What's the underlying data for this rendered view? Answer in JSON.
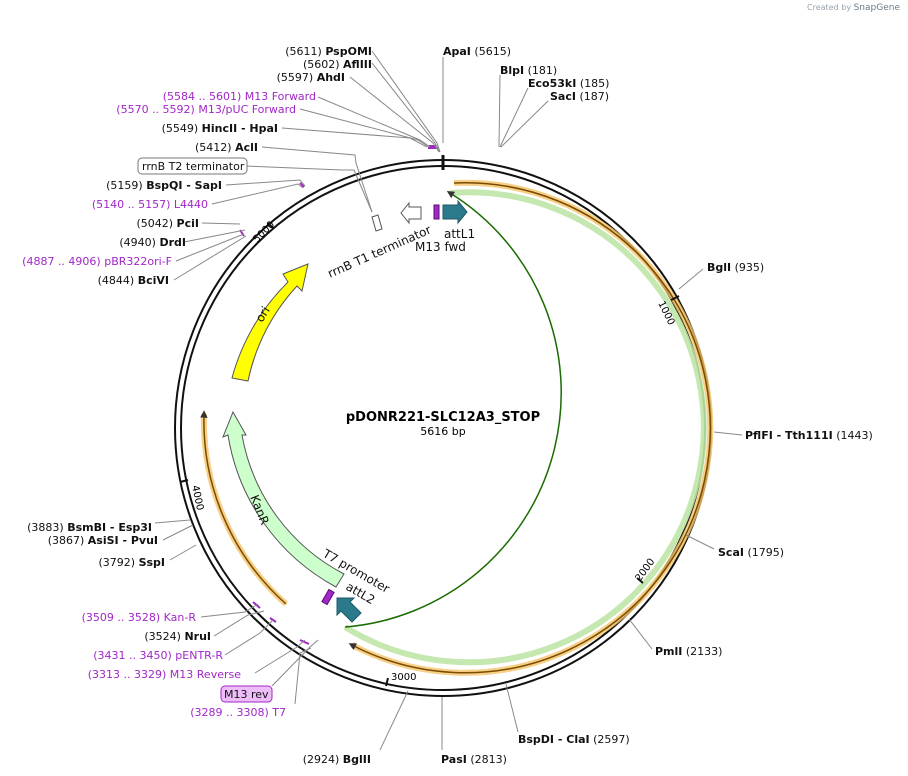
{
  "watermark": {
    "created_by": "Created by",
    "brand": "SnapGene"
  },
  "plasmid": {
    "name": "pDONR221-SLC12A3_STOP",
    "length_label": "5616 bp"
  },
  "sites": [
    {
      "id": "pspomi",
      "pos": "(5611)",
      "name": "PspOMI",
      "bold": true,
      "primer": false
    },
    {
      "id": "afliii",
      "pos": "(5602)",
      "name": "AflIII",
      "bold": true,
      "primer": false
    },
    {
      "id": "ahdi",
      "pos": "(5597)",
      "name": "AhdI",
      "bold": true,
      "primer": false
    },
    {
      "id": "m13fwd",
      "pos": "(5584 .. 5601)",
      "name": "M13 Forward",
      "bold": false,
      "primer": true
    },
    {
      "id": "m13puc",
      "pos": "(5570 .. 5592)",
      "name": "M13/pUC Forward",
      "bold": false,
      "primer": true
    },
    {
      "id": "hincii",
      "pos": "(5549)",
      "name": "HincII  - HpaI",
      "bold": true,
      "primer": false
    },
    {
      "id": "acli",
      "pos": "(5412)",
      "name": "AclI",
      "bold": true,
      "primer": false
    },
    {
      "id": "bspqi",
      "pos": "(5159)",
      "name": "BspQI  - SapI",
      "bold": true,
      "primer": false
    },
    {
      "id": "l4440",
      "pos": "(5140 .. 5157)",
      "name": "L4440",
      "bold": false,
      "primer": true
    },
    {
      "id": "pcii",
      "pos": "(5042)",
      "name": "PciI",
      "bold": true,
      "primer": false
    },
    {
      "id": "drdi",
      "pos": "(4940)",
      "name": "DrdI",
      "bold": true,
      "primer": false
    },
    {
      "id": "pbr322",
      "pos": "(4887 .. 4906)",
      "name": "pBR322ori-F",
      "bold": false,
      "primer": true
    },
    {
      "id": "bcivi",
      "pos": "(4844)",
      "name": "BciVI",
      "bold": true,
      "primer": false
    },
    {
      "id": "bsmbi",
      "pos": "(3883)",
      "name": "BsmBI  - Esp3I",
      "bold": true,
      "primer": false
    },
    {
      "id": "asisi",
      "pos": "(3867)",
      "name": "AsiSI  - PvuI",
      "bold": true,
      "primer": false
    },
    {
      "id": "sspi",
      "pos": "(3792)",
      "name": "SspI",
      "bold": true,
      "primer": false
    },
    {
      "id": "kanr",
      "pos": "(3509 .. 3528)",
      "name": "Kan-R",
      "bold": false,
      "primer": true
    },
    {
      "id": "nrui",
      "pos": "(3524)",
      "name": "NruI",
      "bold": true,
      "primer": false
    },
    {
      "id": "pentr",
      "pos": "(3431 .. 3450)",
      "name": "pENTR-R",
      "bold": false,
      "primer": true
    },
    {
      "id": "m13rev",
      "pos": "(3313 .. 3329)",
      "name": "M13 Reverse",
      "bold": false,
      "primer": true
    },
    {
      "id": "t7",
      "pos": "(3289 .. 3308)",
      "name": "T7",
      "bold": false,
      "primer": true
    },
    {
      "id": "apai",
      "pos": "(5615)",
      "name": "ApaI",
      "bold": true,
      "primer": false
    },
    {
      "id": "blpi",
      "pos": "(181)",
      "name": "BlpI",
      "bold": true,
      "primer": false
    },
    {
      "id": "eco53ki",
      "pos": "(185)",
      "name": "Eco53kI",
      "bold": true,
      "primer": false
    },
    {
      "id": "saci",
      "pos": "(187)",
      "name": "SacI",
      "bold": true,
      "primer": false
    },
    {
      "id": "bgli",
      "pos": "(935)",
      "name": "BglI",
      "bold": true,
      "primer": false
    },
    {
      "id": "pflfi",
      "pos": "(1443)",
      "name": "PflFI  - Tth111I",
      "bold": true,
      "primer": false
    },
    {
      "id": "scai",
      "pos": "(1795)",
      "name": "ScaI",
      "bold": true,
      "primer": false
    },
    {
      "id": "pmli",
      "pos": "(2133)",
      "name": "PmlI",
      "bold": true,
      "primer": false
    },
    {
      "id": "bspdi",
      "pos": "(2597)",
      "name": "BspDI  - ClaI",
      "bold": true,
      "primer": false
    },
    {
      "id": "pasi",
      "pos": "(2813)",
      "name": "PasI",
      "bold": true,
      "primer": false
    },
    {
      "id": "bglii",
      "pos": "(2924)",
      "name": "BglII",
      "bold": true,
      "primer": false
    }
  ],
  "boxed_labels": {
    "rrnb_t2": "rrnB T2 terminator",
    "m13_rev": "M13 rev"
  },
  "features": {
    "ori": "ori",
    "kanr": "KanR",
    "rrnb_t1": "rrnB T1 terminator",
    "attl1": "attL1",
    "m13_fwd": "M13 fwd",
    "t7_promoter": "T7 promoter",
    "attl2": "attL2"
  },
  "ticks": [
    "1000",
    "2000",
    "3000",
    "4000",
    "5000"
  ],
  "colors": {
    "ori": "#ffff00",
    "kanr": "#ccffcc",
    "att": "#2b7a8c",
    "primer": "#a127c8",
    "orf_green": "#1a6b00",
    "orf_orange": "#f5a623"
  }
}
